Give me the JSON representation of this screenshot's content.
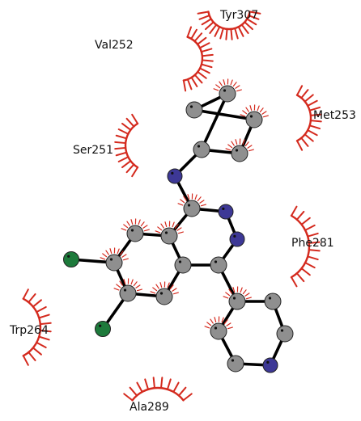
{
  "colors": {
    "carbon": "#8f8f8f",
    "nitrogen": "#3d3896",
    "chlorine": "#1d7a3b",
    "contact": "#d42a1e",
    "bond": "#000000",
    "label": "#111111"
  },
  "residues": [
    {
      "id": "val252",
      "label": "Val252"
    },
    {
      "id": "tyr307",
      "label": "Tyr307"
    },
    {
      "id": "met253",
      "label": "Met253"
    },
    {
      "id": "ser251",
      "label": "Ser251"
    },
    {
      "id": "phe281",
      "label": "Phe281"
    },
    {
      "id": "trp264",
      "label": "Trp264"
    },
    {
      "id": "ala289",
      "label": "Ala289"
    }
  ],
  "atoms": [
    {
      "id": "cp1",
      "element": "C",
      "contact": true
    },
    {
      "id": "cp2",
      "element": "C",
      "contact": false
    },
    {
      "id": "cp3",
      "element": "C",
      "contact": true
    },
    {
      "id": "cp4",
      "element": "C",
      "contact": true
    },
    {
      "id": "cp5",
      "element": "C",
      "contact": false
    },
    {
      "id": "nh",
      "element": "N",
      "contact": false
    },
    {
      "id": "q1",
      "element": "C",
      "contact": true
    },
    {
      "id": "n3",
      "element": "N",
      "contact": false
    },
    {
      "id": "n2",
      "element": "N",
      "contact": false
    },
    {
      "id": "q4",
      "element": "C",
      "contact": false
    },
    {
      "id": "q4a",
      "element": "C",
      "contact": false
    },
    {
      "id": "q8a",
      "element": "C",
      "contact": true
    },
    {
      "id": "q8",
      "element": "C",
      "contact": true
    },
    {
      "id": "q7",
      "element": "C",
      "contact": true
    },
    {
      "id": "q6",
      "element": "C",
      "contact": true
    },
    {
      "id": "q5",
      "element": "C",
      "contact": true
    },
    {
      "id": "cl1",
      "element": "Cl",
      "contact": false
    },
    {
      "id": "cl2",
      "element": "Cl",
      "contact": false
    },
    {
      "id": "p1",
      "element": "C",
      "contact": true
    },
    {
      "id": "p2",
      "element": "C",
      "contact": false
    },
    {
      "id": "p3",
      "element": "C",
      "contact": false
    },
    {
      "id": "pn",
      "element": "N",
      "contact": false
    },
    {
      "id": "p5",
      "element": "C",
      "contact": false
    },
    {
      "id": "p6",
      "element": "C",
      "contact": true
    }
  ],
  "bonds": [
    [
      "cp1",
      "cp2"
    ],
    [
      "cp2",
      "cp3"
    ],
    [
      "cp3",
      "cp4"
    ],
    [
      "cp4",
      "cp5"
    ],
    [
      "cp5",
      "cp1"
    ],
    [
      "cp5",
      "nh"
    ],
    [
      "nh",
      "q1"
    ],
    [
      "q1",
      "n3"
    ],
    [
      "n3",
      "n2"
    ],
    [
      "n2",
      "q4"
    ],
    [
      "q4",
      "q4a"
    ],
    [
      "q4a",
      "q8a"
    ],
    [
      "q8a",
      "q1"
    ],
    [
      "q8a",
      "q8"
    ],
    [
      "q8",
      "q7"
    ],
    [
      "q7",
      "q6"
    ],
    [
      "q6",
      "q5"
    ],
    [
      "q5",
      "q4a"
    ],
    [
      "q7",
      "cl1"
    ],
    [
      "q6",
      "cl2"
    ],
    [
      "q4",
      "p1"
    ],
    [
      "p1",
      "p2"
    ],
    [
      "p2",
      "p3"
    ],
    [
      "p3",
      "pn"
    ],
    [
      "pn",
      "p5"
    ],
    [
      "p5",
      "p6"
    ],
    [
      "p6",
      "p1"
    ]
  ]
}
